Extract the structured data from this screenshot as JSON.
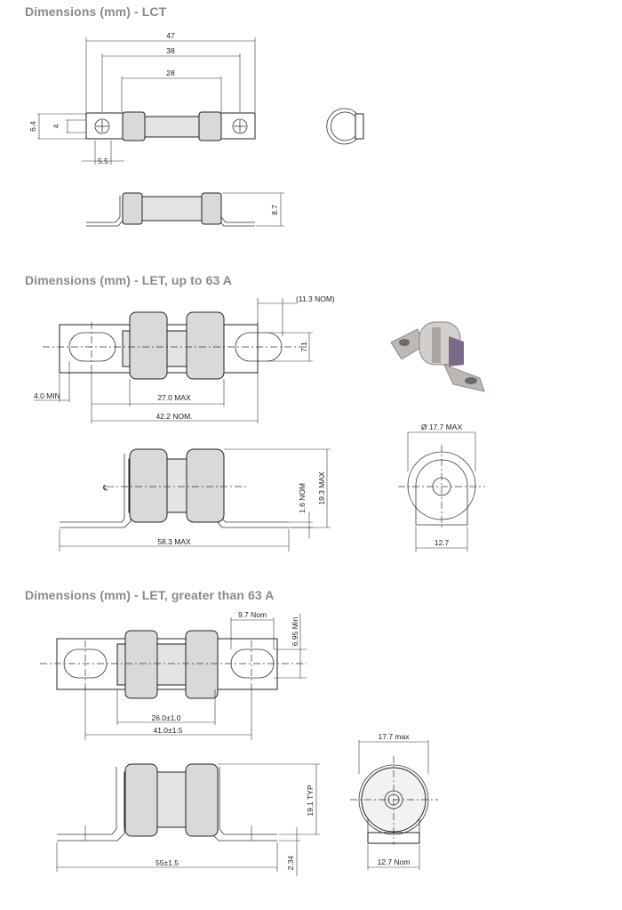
{
  "titles": {
    "lct": "Dimensions (mm) - LCT",
    "let_up_to_63": "Dimensions (mm) - LET, up to 63 A",
    "let_greater_63": "Dimensions (mm) - LET, greater than 63 A"
  },
  "lct": {
    "dim_47": "47",
    "dim_38": "38",
    "dim_28": "28",
    "dim_6_4": "6.4",
    "dim_4": "4",
    "dim_5_5": "5.5",
    "dim_8_7": "8.7"
  },
  "let_small": {
    "dim_nom_11_3": "(11.3 NOM)",
    "dim_7_1": "7.1",
    "dim_4_min": "4.0 MIN",
    "dim_27_max": "27.0 MAX",
    "dim_42_2": "42.2 NOM.",
    "dim_dia_17_7": "Ø 17.7 MAX",
    "dim_1_6": "1.6 NOM",
    "dim_19_3": "19.3 MAX",
    "dim_58_3": "58.3 MAX",
    "dim_12_7": "12.7",
    "centerline": "℄"
  },
  "let_large": {
    "dim_9_7": "9.7 Nom",
    "dim_6_95": "6.95 Min",
    "dim_26": "26.0±1.0",
    "dim_41": "41.0±1.5",
    "dim_17_7": "17.7 max",
    "dim_19_1": "19.1 TYP",
    "dim_55": "55±1.5",
    "dim_2_34": "2.34",
    "dim_12_7": "12.7 Nom"
  },
  "colors": {
    "title": "#8a8a8a",
    "line": "#333333",
    "body_fill": "#e4e4e4",
    "photo_body": "#c9c9c9",
    "photo_accent": "#7a6a8a"
  }
}
